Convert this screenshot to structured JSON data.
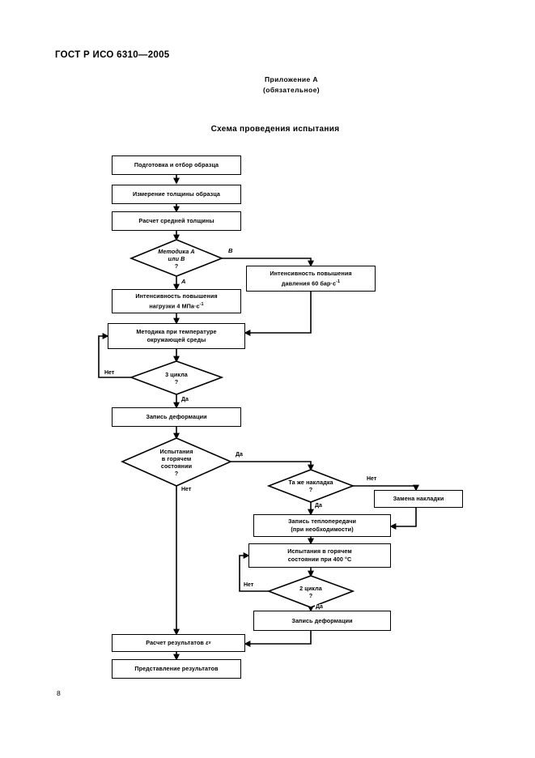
{
  "document": {
    "standard_header": "ГОСТ Р ИСО 6310—2005",
    "annex_title": "Приложение А",
    "annex_subtitle": "(обязательное)",
    "scheme_title": "Схема проведения испытания",
    "page_number": "8"
  },
  "flowchart": {
    "nodes": {
      "prepare_sample": "Подготовка и отбор образца",
      "measure_thickness": "Измерение толщины образца",
      "calc_mean_thickness": "Расчет средней толщины",
      "method_decision_l1": "Методика A",
      "method_decision_l2": "или B",
      "method_decision_l3": "?",
      "load_rate_a_l1": "Интенсивность повышения",
      "load_rate_a_l2": "нагрузки 4 МПа·с",
      "load_rate_a_sup": "-1",
      "pressure_rate_b_l1": "Интенсивность повышения",
      "pressure_rate_b_l2": "давления 60 бар·с",
      "pressure_rate_b_sup": "-1",
      "ambient_method_l1": "Методика при температуре",
      "ambient_method_l2": "окружающей среды",
      "three_cycles_l1": "3 цикла",
      "three_cycles_l2": "?",
      "record_deformation_1": "Запись деформации",
      "hot_test_decision_l1": "Испытания",
      "hot_test_decision_l2": "в горячем",
      "hot_test_decision_l3": "состоянии",
      "hot_test_decision_l4": "?",
      "same_pad_decision_l1": "Та же накладка",
      "same_pad_decision_l2": "?",
      "replace_pad": "Замена накладки",
      "record_heat_transfer_l1": "Запись теплопередачи",
      "record_heat_transfer_l2": "(при необходимости)",
      "hot_test_400_l1": "Испытания в горячем",
      "hot_test_400_l2": "состоянии при 400 °С",
      "two_cycles_l1": "2 цикла",
      "two_cycles_l2": "?",
      "record_deformation_2": "Запись деформации",
      "calc_results_text": "Расчет результатов",
      "calc_results_symbol": "ε",
      "calc_results_subscript": "x",
      "present_results": "Представление результатов"
    },
    "edge_labels": {
      "branch_a": "A",
      "branch_b": "B",
      "three_cycles_no": "Нет",
      "three_cycles_yes": "Да",
      "hot_test_yes": "Да",
      "hot_test_no": "Нет",
      "same_pad_no": "Нет",
      "same_pad_yes": "Да",
      "two_cycles_no": "Нет",
      "two_cycles_yes": "Да"
    },
    "colors": {
      "stroke": "#000000",
      "fill": "#ffffff"
    }
  }
}
